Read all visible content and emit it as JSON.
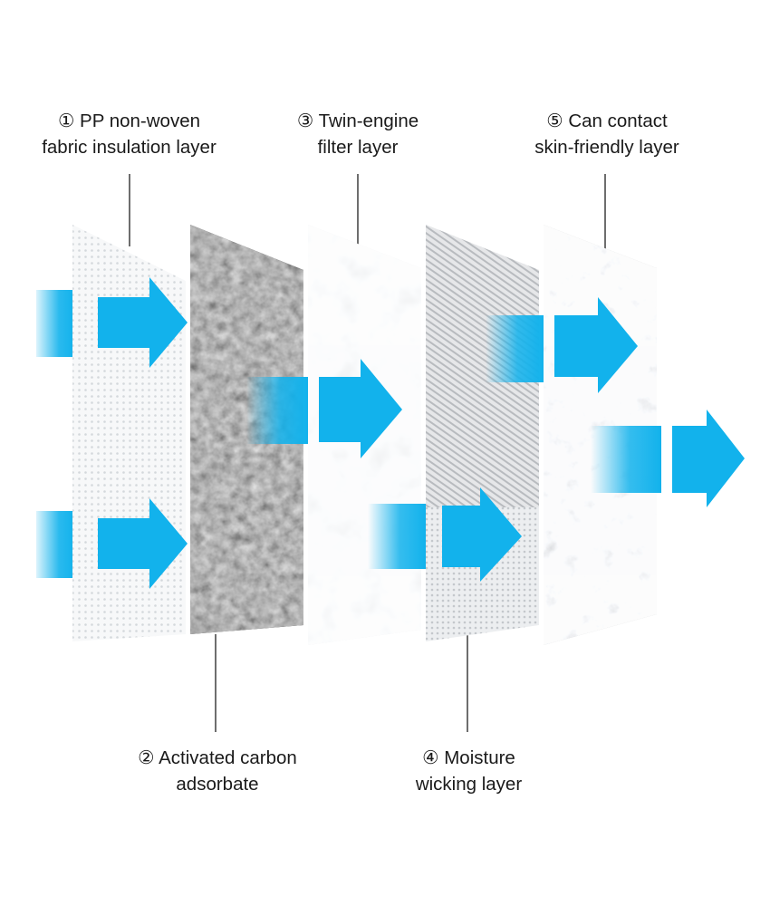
{
  "colors": {
    "arrow": "#12b2ec",
    "leader_line": "#4a4a4a",
    "label_text": "#1a1a1a",
    "background": "#ffffff"
  },
  "layers": [
    {
      "id": 1,
      "line1": "① PP non-woven",
      "line2": "fabric insulation layer",
      "texture": "dotted-nonwoven-white"
    },
    {
      "id": 2,
      "line1": "② Activated carbon",
      "line2": "adsorbate",
      "texture": "activated-carbon-black"
    },
    {
      "id": 3,
      "line1": "③ Twin-engine",
      "line2": "filter layer",
      "texture": "melt-blown-white"
    },
    {
      "id": 4,
      "line1": "④ Moisture",
      "line2": "wicking layer",
      "texture": "woven-mesh-grey"
    },
    {
      "id": 5,
      "line1": "⑤ Can contact",
      "line2": "skin-friendly layer",
      "texture": "fibrous-grey"
    }
  ],
  "icons": {
    "arrow": "right-arrow-icon"
  }
}
